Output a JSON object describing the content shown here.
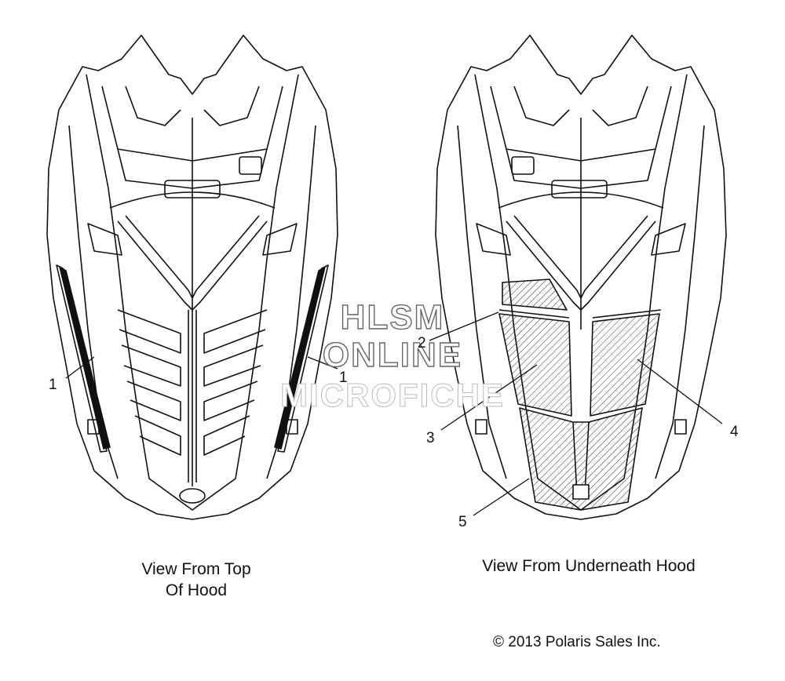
{
  "callouts": {
    "c1a": "1",
    "c1b": "1",
    "c2": "2",
    "c3": "3",
    "c4": "4",
    "c5": "5"
  },
  "captions": {
    "left_line1": "View From Top",
    "left_line2": "Of Hood",
    "right": "View From Underneath Hood"
  },
  "watermark": {
    "line1": "HLSM",
    "line2": "ONLINE",
    "line3": "MICROFICHE"
  },
  "copyright": "© 2013 Polaris Sales Inc."
}
